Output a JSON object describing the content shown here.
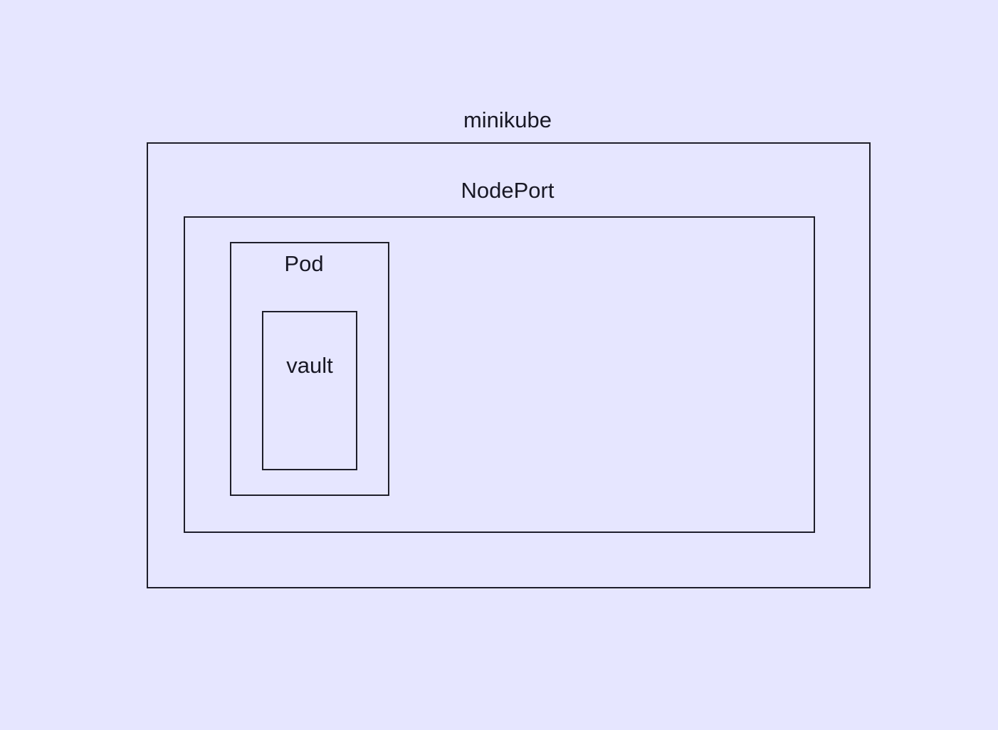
{
  "diagram": {
    "nodes": [
      {
        "id": "minikube",
        "label": "minikube",
        "type": "cluster"
      },
      {
        "id": "nodeport",
        "label": "NodePort",
        "type": "service",
        "parent": "minikube"
      },
      {
        "id": "pod",
        "label": "Pod",
        "type": "pod",
        "parent": "nodeport"
      },
      {
        "id": "vault",
        "label": "vault",
        "type": "container",
        "parent": "pod"
      }
    ],
    "colors": {
      "background": "#e6e6ff",
      "stroke": "#1e1e2a",
      "text": "#181825"
    }
  }
}
